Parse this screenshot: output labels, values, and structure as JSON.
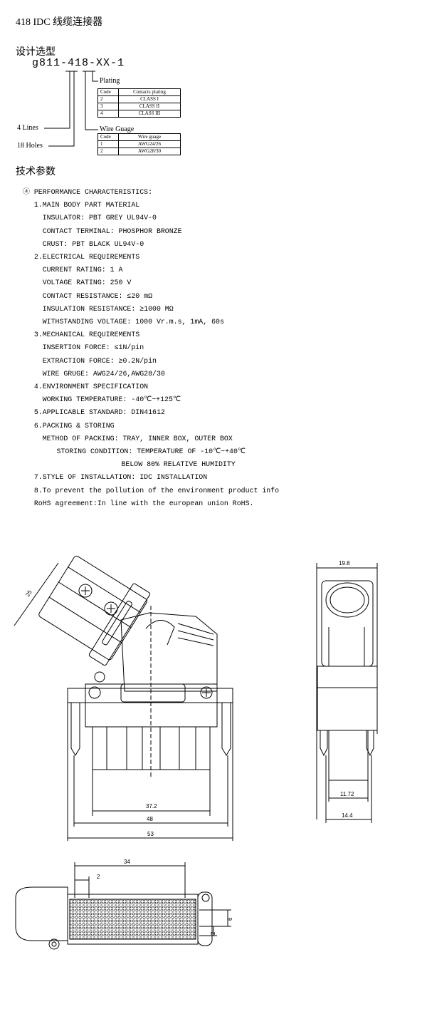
{
  "title": "418 IDC  线缆连接器",
  "selection": {
    "heading": "设计选型",
    "part_number": "g811-418-XX-1",
    "labels": {
      "plating": "Plating",
      "wire_gauge": "Wire Guage",
      "lines": "4 Lines",
      "holes": "18 Holes"
    },
    "plating_table": {
      "headers": [
        "Code",
        "Contacts plating"
      ],
      "rows": [
        [
          "2",
          "CLASS I"
        ],
        [
          "3",
          "CLASS II"
        ],
        [
          "4",
          "CLASS III"
        ]
      ]
    },
    "gauge_table": {
      "headers": [
        "Code",
        "Wire guage"
      ],
      "rows": [
        [
          "1",
          "AWG24/26"
        ],
        [
          "2",
          "AWG28/30"
        ]
      ]
    }
  },
  "specs": {
    "heading": "技术参数",
    "lines": [
      "ⓐ PERFORMANCE CHARACTERISTICS:",
      "1.MAIN BODY PART MATERIAL",
      "INSULATOR: PBT GREY UL94V-0",
      "CONTACT TERMINAL: PHOSPHOR BRONZE",
      "CRUST: PBT BLACK UL94V-0",
      "2.ELECTRICAL REQUIREMENTS",
      "CURRENT RATING: 1 A",
      "VOLTAGE RATING: 250 V",
      "CONTACT RESISTANCE: ≤20 mΩ",
      "INSULATION RESISTANCE: ≥1000 MΩ",
      "WITHSTANDING VOLTAGE: 1000 Vr.m.s, 1mA, 60s",
      "3.MECHANICAL REQUIREMENTS",
      "INSERTION FORCE: ≤1N/pin",
      "EXTRACTION FORCE: ≥0.2N/pin",
      "WIRE GRUGE: AWG24/26,AWG28/30",
      "4.ENVIRONMENT SPECIFICATION",
      "WORKING TEMPERATURE: -40℃~+125℃",
      "5.APPLICABLE STANDARD: DIN41612",
      "6.PACKING & STORING",
      "METHOD OF PACKING: TRAY, INNER BOX, OUTER BOX",
      "STORING CONDITION: TEMPERATURE OF -10℃~+40℃",
      "BELOW 80% RELATIVE HUMIDITY",
      "7.STYLE OF INSTALLATION: IDC INSTALLATION",
      "8.To prevent the pollution of the environment product info",
      "RoHS agreement:In line with the european union RoHS."
    ]
  },
  "dimensions": {
    "front": {
      "d1": "25",
      "d2": "37.2",
      "d3": "48",
      "d4": "53"
    },
    "side": {
      "d1": "19.8",
      "d2": "11.72",
      "d3": "14.4"
    },
    "bottom": {
      "d1": "34",
      "d2": "2",
      "d3": "6",
      "d4": "2"
    }
  }
}
